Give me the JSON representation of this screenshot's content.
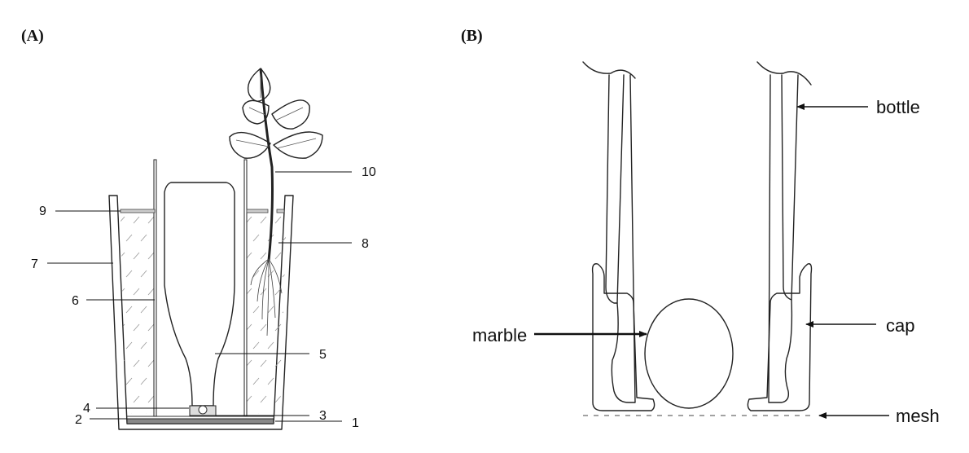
{
  "panels": {
    "a_label": "(A)",
    "b_label": "(B)"
  },
  "panel_a": {
    "numbers": [
      "1",
      "2",
      "3",
      "4",
      "5",
      "6",
      "7",
      "8",
      "9",
      "10"
    ]
  },
  "panel_b": {
    "labels": {
      "bottle": "bottle",
      "cap": "cap",
      "marble": "marble",
      "mesh": "mesh"
    }
  }
}
